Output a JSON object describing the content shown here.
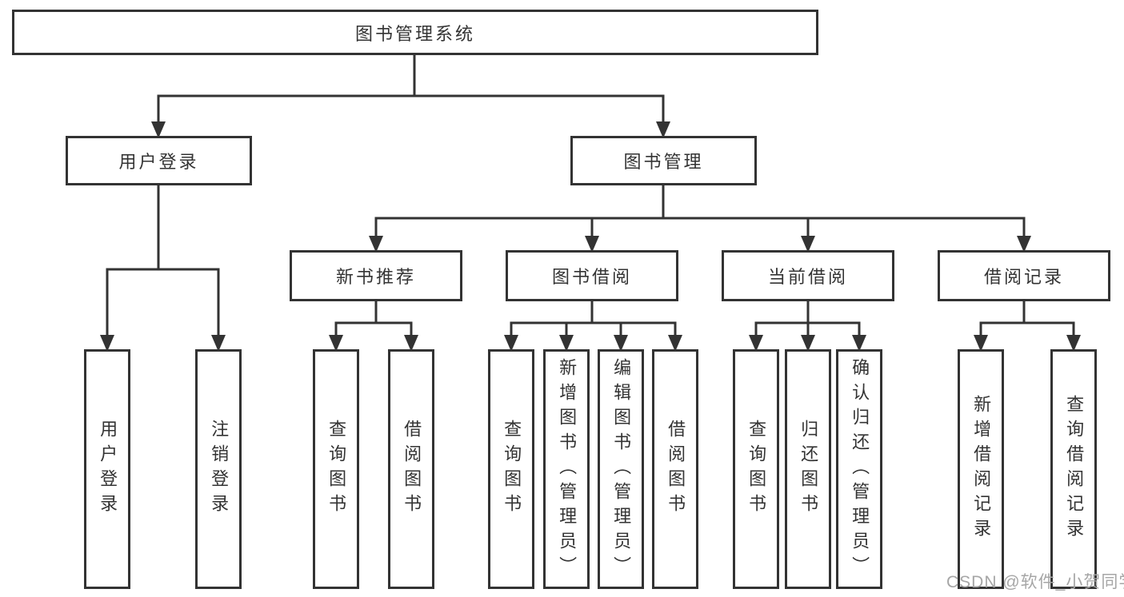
{
  "tree": {
    "label": "图书管理系统",
    "children": [
      {
        "label": "用户登录",
        "children": [
          {
            "label": "用户登录"
          },
          {
            "label": "注销登录"
          }
        ]
      },
      {
        "label": "图书管理",
        "children": [
          {
            "label": "新书推荐",
            "children": [
              {
                "label": "查询图书"
              },
              {
                "label": "借阅图书"
              }
            ]
          },
          {
            "label": "图书借阅",
            "children": [
              {
                "label": "查询图书"
              },
              {
                "label": "新增图书（管理员）"
              },
              {
                "label": "编辑图书（管理员）"
              },
              {
                "label": "借阅图书"
              }
            ]
          },
          {
            "label": "当前借阅",
            "children": [
              {
                "label": "查询图书"
              },
              {
                "label": "归还图书"
              },
              {
                "label": "确认归还（管理员）"
              }
            ]
          },
          {
            "label": "借阅记录",
            "children": [
              {
                "label": "新增借阅记录"
              },
              {
                "label": "查询借阅记录"
              }
            ]
          }
        ]
      }
    ]
  },
  "watermark": "CSDN @软件_小贺同学",
  "colors": {
    "line": "#333333",
    "box_border": "#333333",
    "text": "#333333",
    "background": "#ffffff",
    "watermark": "#a6a6a6"
  }
}
